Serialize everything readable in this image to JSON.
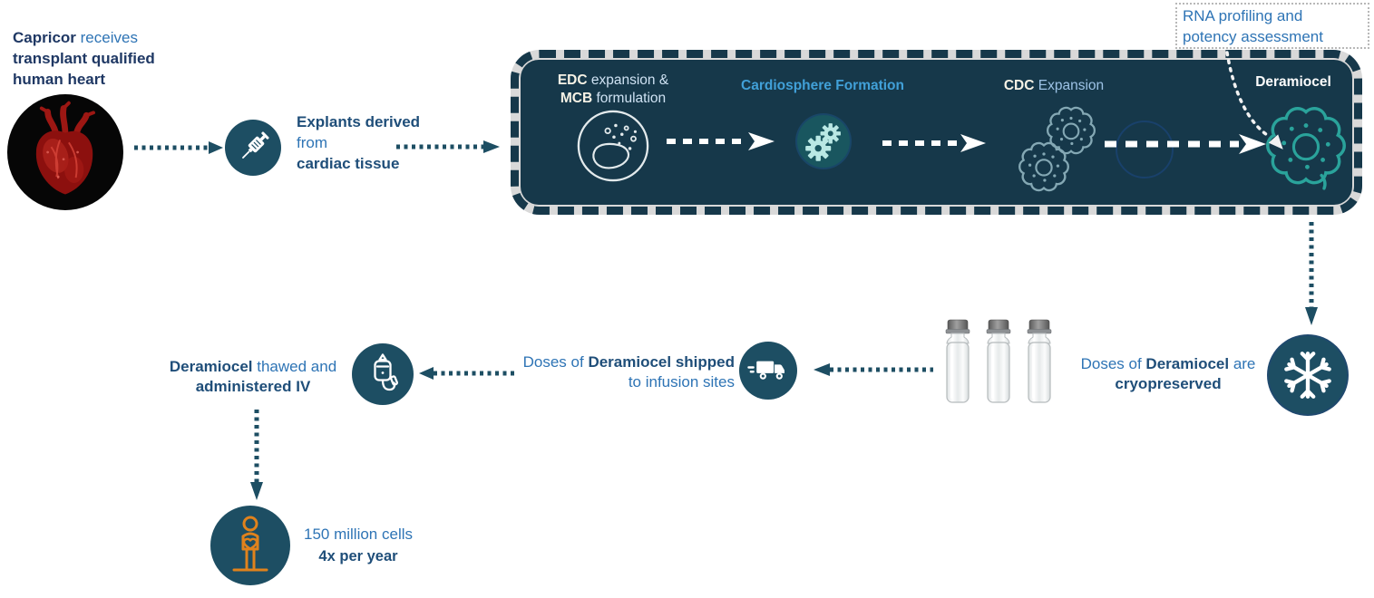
{
  "colors": {
    "panel_bg": "#16384a",
    "panel_ring_gray": "#d9d9d9",
    "icon_circle_bg": "#1d4e63",
    "gears_circle_bg": "#19565f",
    "text_blue": "#2e74b5",
    "text_bold_blue": "#1f4e79",
    "text_navy": "#1f3864",
    "stage_text_light": "#cfe2f3",
    "cardiosphere_blue": "#41a0d8",
    "deramiocel_cell_teal": "#2aa39b",
    "cdc_cell_gray_teal": "#84a8b4",
    "person_orange": "#e0821c",
    "arrow_dark_teal": "#1d4e63",
    "arrow_white": "#ffffff",
    "heart_red": "#8c100e"
  },
  "icons": {
    "heart-photo": "red anatomical heart render in black circle",
    "syringe-icon": "white syringe",
    "petri-dish-icon": "petri dish with explant and cells",
    "gears-icon": "two gears",
    "cdc-cells-icon": "two amoeboid cells",
    "deramiocel-cell-icon": "amoeboid cell",
    "snowflake-icon": "snowflake",
    "vials-image": "three glass vials",
    "truck-icon": "delivery truck",
    "iv-bag-icon": "IV drip bag with tube",
    "patient-icon": "person with heart on chest"
  },
  "capricor": {
    "brand": "Capricor",
    "rest": " receives",
    "line2": "transplant qualified",
    "line3": "human heart"
  },
  "explants": {
    "line1": "Explants derived",
    "line2": "from",
    "line3": "cardiac tissue"
  },
  "process": {
    "stage1": {
      "bold1": "EDC",
      "rest1": " expansion &",
      "bold2": "MCB",
      "rest2": " formulation"
    },
    "stage2": {
      "label": "Cardiosphere Formation"
    },
    "stage3": {
      "bold": "CDC",
      "rest": " Expansion"
    },
    "stage4": {
      "label": "Deramiocel"
    }
  },
  "rna_callout": {
    "line1": "RNA profiling and",
    "line2": "potency assessment"
  },
  "cryopreserved": {
    "pre": "Doses of ",
    "bold": "Deramiocel",
    "post": " are",
    "line2": "cryopreserved"
  },
  "shipped": {
    "pre": "Doses of ",
    "bold": "Deramiocel shipped",
    "line2": "to infusion sites"
  },
  "thawed": {
    "bold": "Deramiocel",
    "rest": " thawed and",
    "line2": "administered IV"
  },
  "dosing": {
    "line1": "150 million cells",
    "line2": "4x per year"
  }
}
